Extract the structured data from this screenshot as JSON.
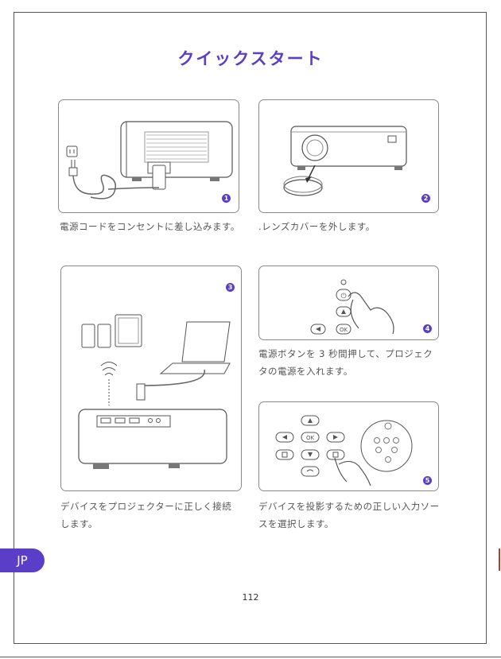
{
  "title": "クイックスタート",
  "steps": [
    {
      "number": "1",
      "caption": "電源コードをコンセントに差し込みます。"
    },
    {
      "number": "2",
      "caption": ".レンズカバーを外します。"
    },
    {
      "number": "3",
      "caption": "デバイスをプロジェクターに正しく接続します。"
    },
    {
      "number": "4",
      "caption": "電源ボタンを 3 秒間押して、プロジェクタの電源を入れます。"
    },
    {
      "number": "5",
      "caption": "デバイスを投影するための正しい入力ソースを選択します。"
    }
  ],
  "remote_buttons": {
    "ok": "OK"
  },
  "language_tab": "JP",
  "page_number": "112",
  "colors": {
    "accent": "#5a3ec8",
    "line": "#555555"
  }
}
